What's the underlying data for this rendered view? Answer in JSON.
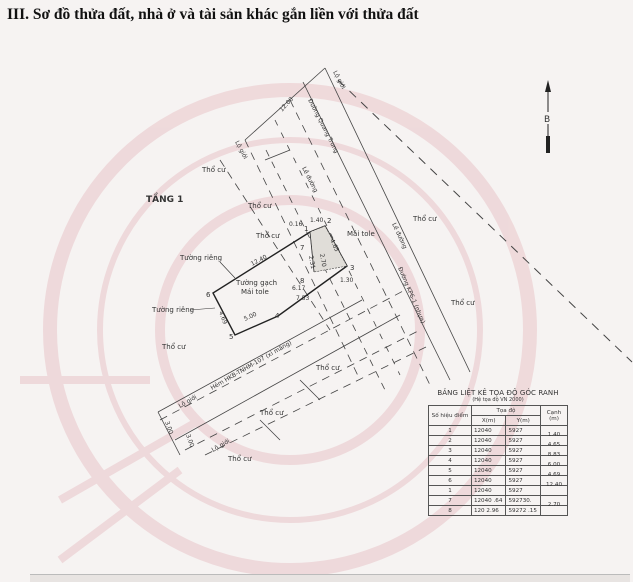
{
  "title": "III. Sơ đồ thửa đất, nhà ở và tài sản khác gắn liền với thửa đất",
  "north": "B",
  "floor": "TẦNG 1",
  "labels": {
    "lo_gioi": "Lộ giới",
    "tho_cu": "Thổ cư",
    "le_duong": "Lề đường",
    "road_main": "Đường Quang Trung",
    "road_kp": "Đường KP6-1 (nhựa)",
    "alley": "Hẻm HKB-TNHM-107 (xi măng)",
    "tuong_rieng": "Tường riêng",
    "tuong_gach": "Tường gạch",
    "mai_tole": "Mái tole",
    "width_12": "12.00",
    "w_300": "3.00"
  },
  "parcel": {
    "points": [
      "1",
      "2",
      "3",
      "4",
      "5",
      "6",
      "7",
      "8"
    ],
    "dims": {
      "d016": "0.16",
      "d140": "1.40",
      "d465": "4.65",
      "d1240": "12.40",
      "d617": "6.17",
      "d753": "7.53",
      "d130": "1.30",
      "d500": "5.00",
      "d469": "4.69",
      "d270": "2.70",
      "d231": "2.31"
    }
  },
  "table": {
    "title": "BẢNG LIỆT KÊ TỌA ĐỘ GÓC RANH",
    "subtitle": "(Hệ tọa độ VN 2000)",
    "h_point": "Số hiệu điểm",
    "h_coord": "Tọa độ",
    "h_x": "X(m)",
    "h_y": "Y(m)",
    "h_edge": "Cạnh (m)",
    "rows": [
      {
        "p": "1",
        "x": "12040",
        "y": "5927"
      },
      {
        "p": "2",
        "x": "12040",
        "y": "5927"
      },
      {
        "p": "3",
        "x": "12040",
        "y": "5927"
      },
      {
        "p": "4",
        "x": "12040",
        "y": "5927"
      },
      {
        "p": "5",
        "x": "12040",
        "y": "5927"
      },
      {
        "p": "6",
        "x": "12040",
        "y": "5927"
      },
      {
        "p": "1",
        "x": "12040",
        "y": "5927"
      },
      {
        "p": "7",
        "x": "12040   .64",
        "y": "592730."
      },
      {
        "p": "8",
        "x": "120   2.96",
        "y": "59272   .15"
      }
    ],
    "edges": [
      "1.40",
      "4.65",
      "8.83",
      "6.00",
      "4.69",
      "12.40",
      "2.70"
    ]
  }
}
